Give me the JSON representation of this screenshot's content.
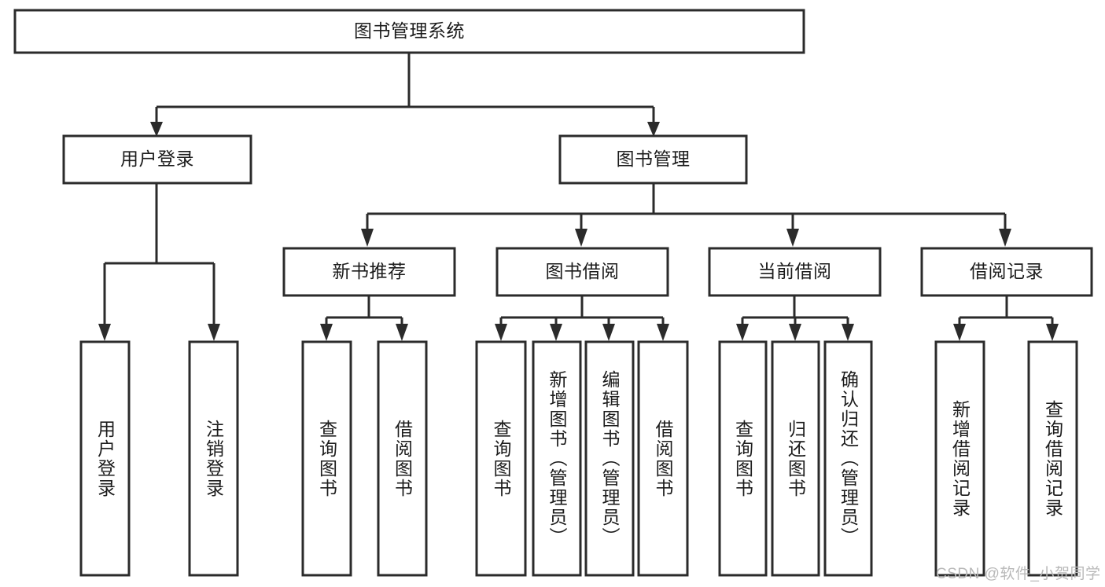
{
  "diagram": {
    "title": "图书管理系统",
    "type": "tree-hierarchy",
    "orientation": "top-down",
    "colors": {
      "box_stroke": "#2b2b2b",
      "box_fill": "#ffffff",
      "connector": "#2b2b2b",
      "text": "#1c1c1c",
      "background": "#ffffff",
      "watermark": "#b9b9b9"
    },
    "levels": {
      "root": "图书管理系统",
      "level2": [
        "用户登录",
        "图书管理"
      ],
      "level3": [
        "新书推荐",
        "图书借阅",
        "当前借阅",
        "借阅记录"
      ]
    },
    "nodes": {
      "root": {
        "label": "图书管理系统"
      },
      "user_login": {
        "label": "用户登录"
      },
      "book_manage": {
        "label": "图书管理"
      },
      "new_book_rec": {
        "label": "新书推荐"
      },
      "book_borrow": {
        "label": "图书借阅"
      },
      "current_borrow": {
        "label": "当前借阅"
      },
      "borrow_record": {
        "label": "借阅记录"
      },
      "leaf_user_login": {
        "label": "用户登录"
      },
      "leaf_logout": {
        "label": "注销登录"
      },
      "leaf_query_book_1": {
        "label": "查询图书"
      },
      "leaf_borrow_book_1": {
        "label": "借阅图书"
      },
      "leaf_query_book_2": {
        "label": "查询图书"
      },
      "leaf_add_book": {
        "label": "新增图书（管理员）"
      },
      "leaf_edit_book": {
        "label": "编辑图书（管理员）"
      },
      "leaf_borrow_book_2": {
        "label": "借阅图书"
      },
      "leaf_query_book_3": {
        "label": "查询图书"
      },
      "leaf_return_book": {
        "label": "归还图书"
      },
      "leaf_confirm_return": {
        "label": "确认归还（管理员）"
      },
      "leaf_add_record": {
        "label": "新增借阅记录"
      },
      "leaf_query_record": {
        "label": "查询借阅记录"
      }
    },
    "edges": [
      {
        "from": "root",
        "to": "user_login"
      },
      {
        "from": "root",
        "to": "book_manage"
      },
      {
        "from": "user_login",
        "to": "leaf_user_login"
      },
      {
        "from": "user_login",
        "to": "leaf_logout"
      },
      {
        "from": "book_manage",
        "to": "new_book_rec"
      },
      {
        "from": "book_manage",
        "to": "book_borrow"
      },
      {
        "from": "book_manage",
        "to": "current_borrow"
      },
      {
        "from": "book_manage",
        "to": "borrow_record"
      },
      {
        "from": "new_book_rec",
        "to": "leaf_query_book_1"
      },
      {
        "from": "new_book_rec",
        "to": "leaf_borrow_book_1"
      },
      {
        "from": "book_borrow",
        "to": "leaf_query_book_2"
      },
      {
        "from": "book_borrow",
        "to": "leaf_add_book"
      },
      {
        "from": "book_borrow",
        "to": "leaf_edit_book"
      },
      {
        "from": "book_borrow",
        "to": "leaf_borrow_book_2"
      },
      {
        "from": "current_borrow",
        "to": "leaf_query_book_3"
      },
      {
        "from": "current_borrow",
        "to": "leaf_return_book"
      },
      {
        "from": "current_borrow",
        "to": "leaf_confirm_return"
      },
      {
        "from": "borrow_record",
        "to": "leaf_add_record"
      },
      {
        "from": "borrow_record",
        "to": "leaf_query_record"
      }
    ]
  },
  "watermark": {
    "text": "CSDN @软件_小贺同学"
  }
}
